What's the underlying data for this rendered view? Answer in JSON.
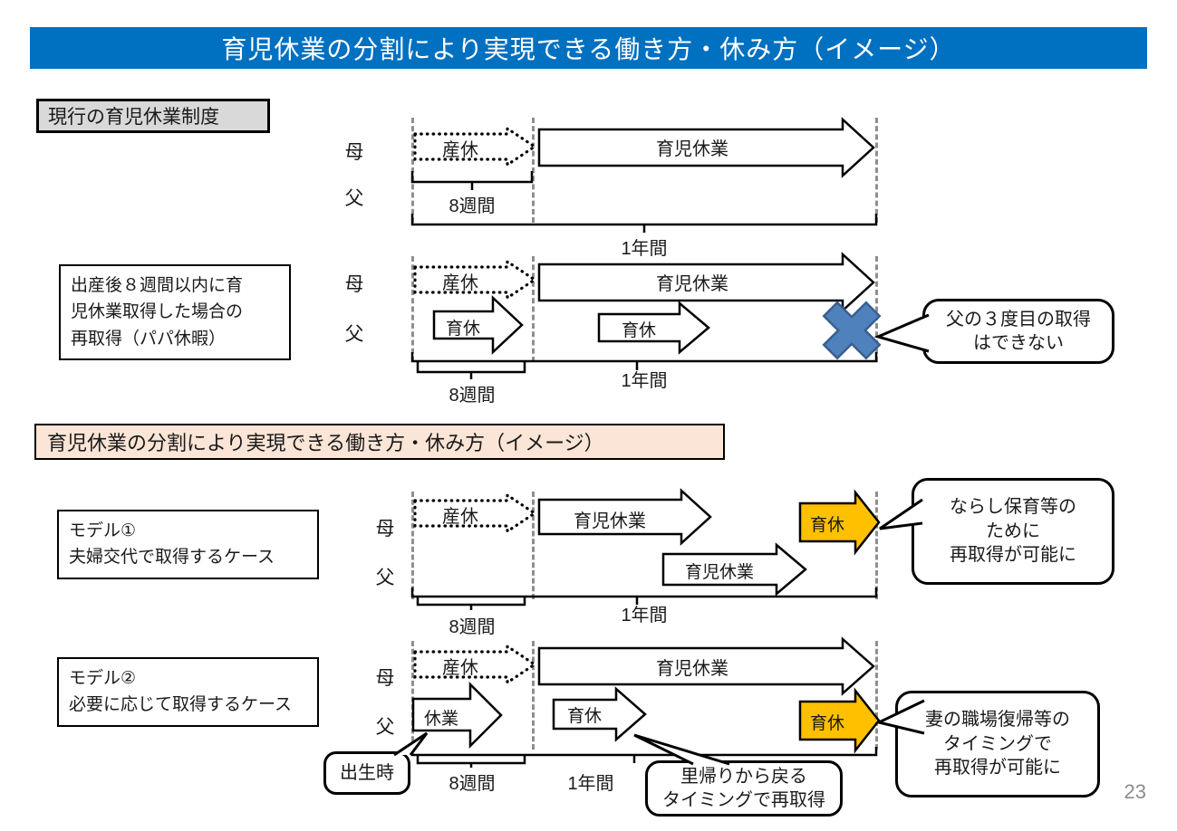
{
  "title": "育児休業の分割により実現できる働き方・休み方（イメージ）",
  "page_number": "23",
  "colors": {
    "title_bar_blue": "#0070C0",
    "current_label_gray": "#D9D9D9",
    "split_header_peach": "#FBE5D6",
    "retake_arrow_orange": "#FFC000",
    "x_mark_blue": "#4F81BD"
  },
  "section_current": {
    "heading": "現行の育児休業制度",
    "basic": {
      "row_mother": "母",
      "row_father": "父",
      "arrow_maternity": "産休",
      "arrow_childcare": "育児休業",
      "bracket_8weeks": "8週間",
      "bracket_1year": "1年間"
    },
    "papa_leave": {
      "note_lines": [
        "出産後８週間以内に育",
        "児休業取得した場合の",
        "再取得（パパ休暇）"
      ],
      "row_mother": "母",
      "row_father": "父",
      "arrow_maternity": "産休",
      "arrow_childcare": "育児休業",
      "arrow_father_first": "育休",
      "arrow_father_second": "育休",
      "bracket_8weeks": "8週間",
      "bracket_1year": "1年間",
      "callout_no_third_lines": [
        "父の３度目の取得",
        "はできない"
      ]
    }
  },
  "section_split": {
    "heading": "育児休業の分割により実現できる働き方・休み方（イメージ）",
    "model1": {
      "note_lines": [
        "モデル①",
        "夫婦交代で取得するケース"
      ],
      "row_mother": "母",
      "row_father": "父",
      "arrow_maternity": "産休",
      "arrow_childcare_mother": "育児休業",
      "arrow_retake_mother": "育休",
      "arrow_childcare_father": "育児休業",
      "bracket_8weeks": "8週間",
      "bracket_1year": "1年間",
      "callout_narashi_lines": [
        "ならし保育等の",
        "ために",
        "再取得が可能に"
      ]
    },
    "model2": {
      "note_lines": [
        "モデル②",
        "必要に応じて取得するケース"
      ],
      "row_mother": "母",
      "row_father": "父",
      "arrow_maternity": "産休",
      "arrow_childcare_mother": "育児休業",
      "arrow_birth_leave": "休業",
      "arrow_father_mid": "育休",
      "arrow_retake_father": "育休",
      "bracket_8weeks": "8週間",
      "bracket_1year": "1年間",
      "callout_birth": "出生時",
      "callout_satogaeri_lines": [
        "里帰りから戻る",
        "タイミングで再取得"
      ],
      "callout_tsuma_lines": [
        "妻の職場復帰等の",
        "タイミングで",
        "再取得が可能に"
      ]
    }
  }
}
